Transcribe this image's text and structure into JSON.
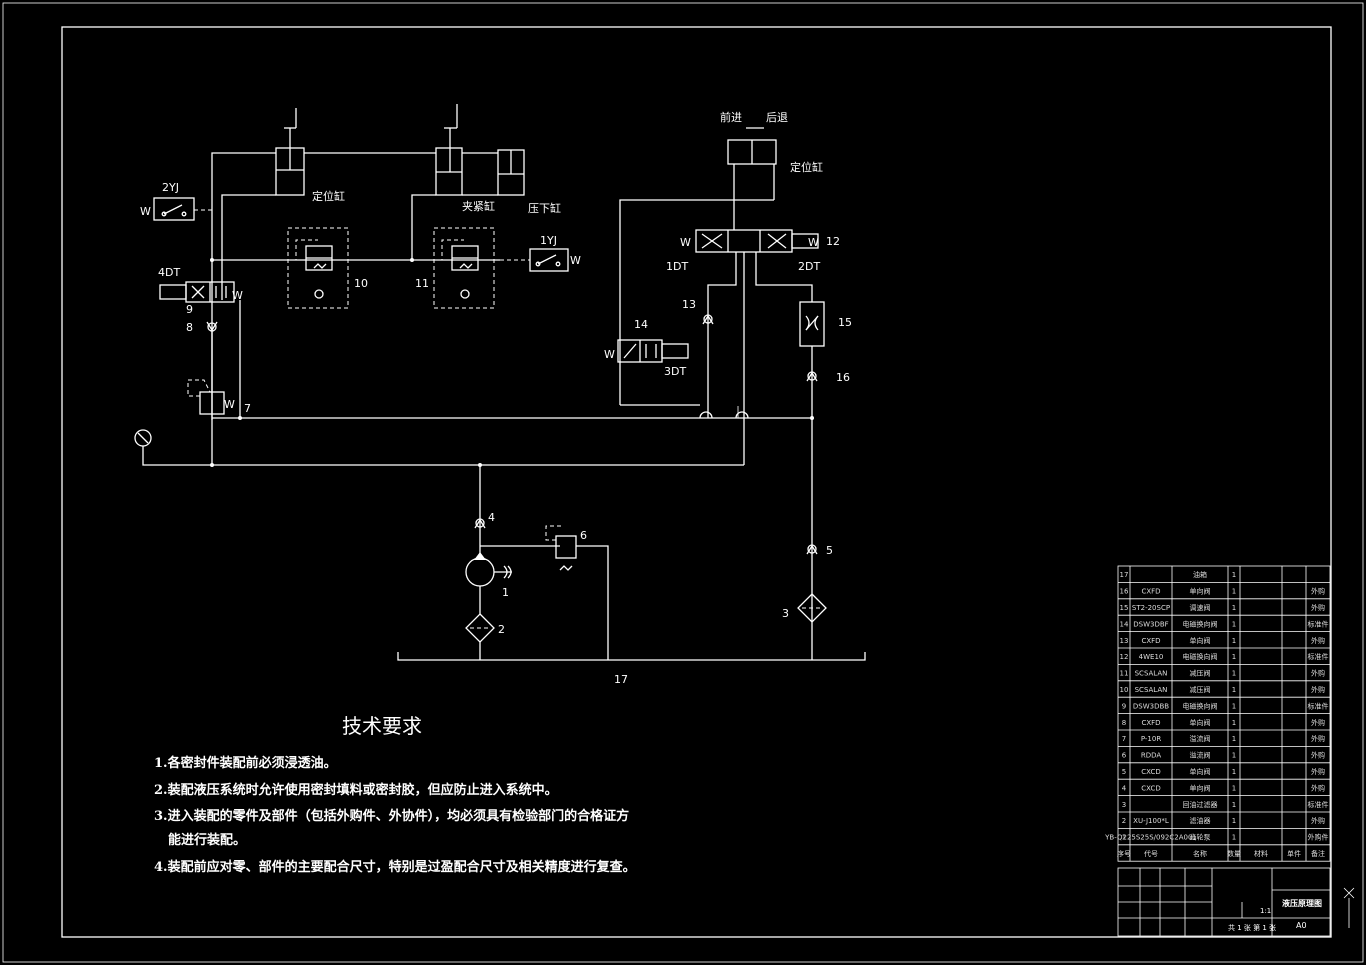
{
  "diagram": {
    "cylinders": {
      "positioning_left": "定位缸",
      "clamping": "夹紧缸",
      "press_down": "压下缸",
      "positioning_right": "定位缸"
    },
    "cylinder_markers": {
      "forward": "前进",
      "retreat": "后退"
    },
    "component_labels": {
      "c1": "1",
      "c2": "2",
      "c3": "3",
      "c4": "4",
      "c5": "5",
      "c6": "6",
      "c7": "7",
      "c8": "8",
      "c9": "9",
      "c10": "10",
      "c11": "11",
      "c12": "12",
      "c13": "13",
      "c14": "14",
      "c15": "15",
      "c16": "16",
      "c17": "17"
    },
    "solenoid_labels": {
      "dt1": "1DT",
      "dt2": "2DT",
      "dt3": "3DT",
      "dt4": "4DT"
    },
    "switch_labels": {
      "yj1": "1YJ",
      "yj2": "2YJ"
    },
    "coil_letter": "W"
  },
  "tech_requirements": {
    "title": "技术要求",
    "items": [
      "1.各密封件装配前必须浸透油。",
      "2.装配液压系统时允许使用密封填料或密封胶，但应防止进入系统中。",
      "3.进入装配的零件及部件（包括外购件、外协件），均必须具有检验部门的合格证方",
      "能进行装配。",
      "4.装配前应对零、部件的主要配合尺寸，特别是过盈配合尺寸及相关精度进行复查。"
    ]
  },
  "parts_table": {
    "rows": [
      {
        "no": "17",
        "code": "",
        "name": "油箱",
        "qty": "1",
        "note": ""
      },
      {
        "no": "16",
        "code": "CXFD",
        "name": "单向阀",
        "qty": "1",
        "note": "外购"
      },
      {
        "no": "15",
        "code": "ST2-20SCP",
        "name": "调速阀",
        "qty": "1",
        "note": "外购"
      },
      {
        "no": "14",
        "code": "DSW3DBF",
        "name": "电磁换向阀",
        "qty": "1",
        "note": "标准件"
      },
      {
        "no": "13",
        "code": "CXFD",
        "name": "单向阀",
        "qty": "1",
        "note": "外购"
      },
      {
        "no": "12",
        "code": "4WE10",
        "name": "电磁换向阀",
        "qty": "1",
        "note": "标准件"
      },
      {
        "no": "11",
        "code": "SCSALAN",
        "name": "减压阀",
        "qty": "1",
        "note": "外购"
      },
      {
        "no": "10",
        "code": "SCSALAN",
        "name": "减压阀",
        "qty": "1",
        "note": "外购"
      },
      {
        "no": "9",
        "code": "DSW3DBB",
        "name": "电磁换向阀",
        "qty": "1",
        "note": "标准件"
      },
      {
        "no": "8",
        "code": "CXFD",
        "name": "单向阀",
        "qty": "1",
        "note": "外购"
      },
      {
        "no": "7",
        "code": "P-10R",
        "name": "溢流阀",
        "qty": "1",
        "note": "外购"
      },
      {
        "no": "6",
        "code": "RDDA",
        "name": "溢流阀",
        "qty": "1",
        "note": "外购"
      },
      {
        "no": "5",
        "code": "CXCD",
        "name": "单向阀",
        "qty": "1",
        "note": "外购"
      },
      {
        "no": "4",
        "code": "CXCD",
        "name": "单向阀",
        "qty": "1",
        "note": "外购"
      },
      {
        "no": "3",
        "code": "",
        "name": "回油过滤器",
        "qty": "1",
        "note": "标准件"
      },
      {
        "no": "2",
        "code": "XU-J100*L",
        "name": "滤油器",
        "qty": "1",
        "note": "外购"
      },
      {
        "no": "1",
        "code": "YB-Q225S25S/092C2A001",
        "name": "齿轮泵",
        "qty": "1",
        "note": "外购件"
      }
    ],
    "header": {
      "no": "序号",
      "code": "代号",
      "name": "名称",
      "qty": "数量",
      "material": "材料",
      "weight": "单件",
      "note": "备注"
    }
  },
  "title_block": {
    "drawing_title": "液压原理图",
    "sheet_size": "A0",
    "scale_text": "1:1",
    "sheet_text": "共 1 张 第 1 张"
  }
}
